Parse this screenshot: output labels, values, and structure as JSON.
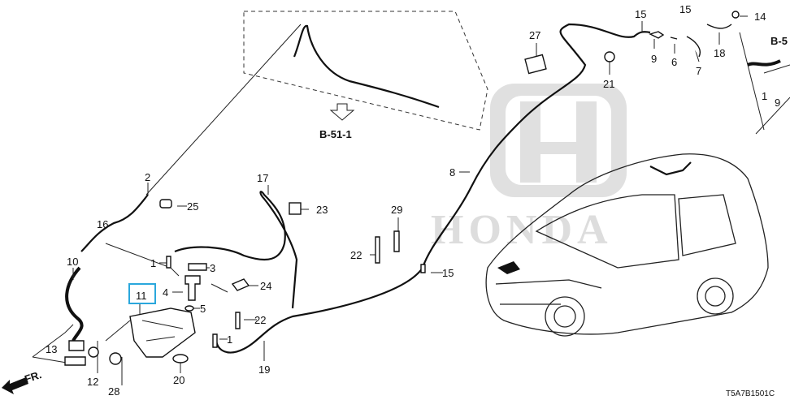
{
  "diagram": {
    "code": "T5A7B1501C",
    "front_label": "FR.",
    "reference": "B-51-1",
    "reference_partial": "B-5",
    "logo_text": "HONDA",
    "highlight_color": "#2aa7dc",
    "selected_part": "11",
    "callouts": {
      "c27": "27",
      "c15a": "15",
      "c15b": "15",
      "c14": "14",
      "c9a": "9",
      "c6": "6",
      "c7": "7",
      "c18": "18",
      "c21": "21",
      "c1a": "1",
      "c9b": "9",
      "c2": "2",
      "c25": "25",
      "c16": "16",
      "c17": "17",
      "c23": "23",
      "c29": "29",
      "c8": "8",
      "c22a": "22",
      "c15c": "15",
      "c10": "10",
      "c1b": "1",
      "c3": "3",
      "c24": "24",
      "c4": "4",
      "c11": "11",
      "c5": "5",
      "c22b": "22",
      "c1c": "1",
      "c13": "13",
      "c12": "12",
      "c28": "28",
      "c20": "20",
      "c19": "19"
    }
  }
}
